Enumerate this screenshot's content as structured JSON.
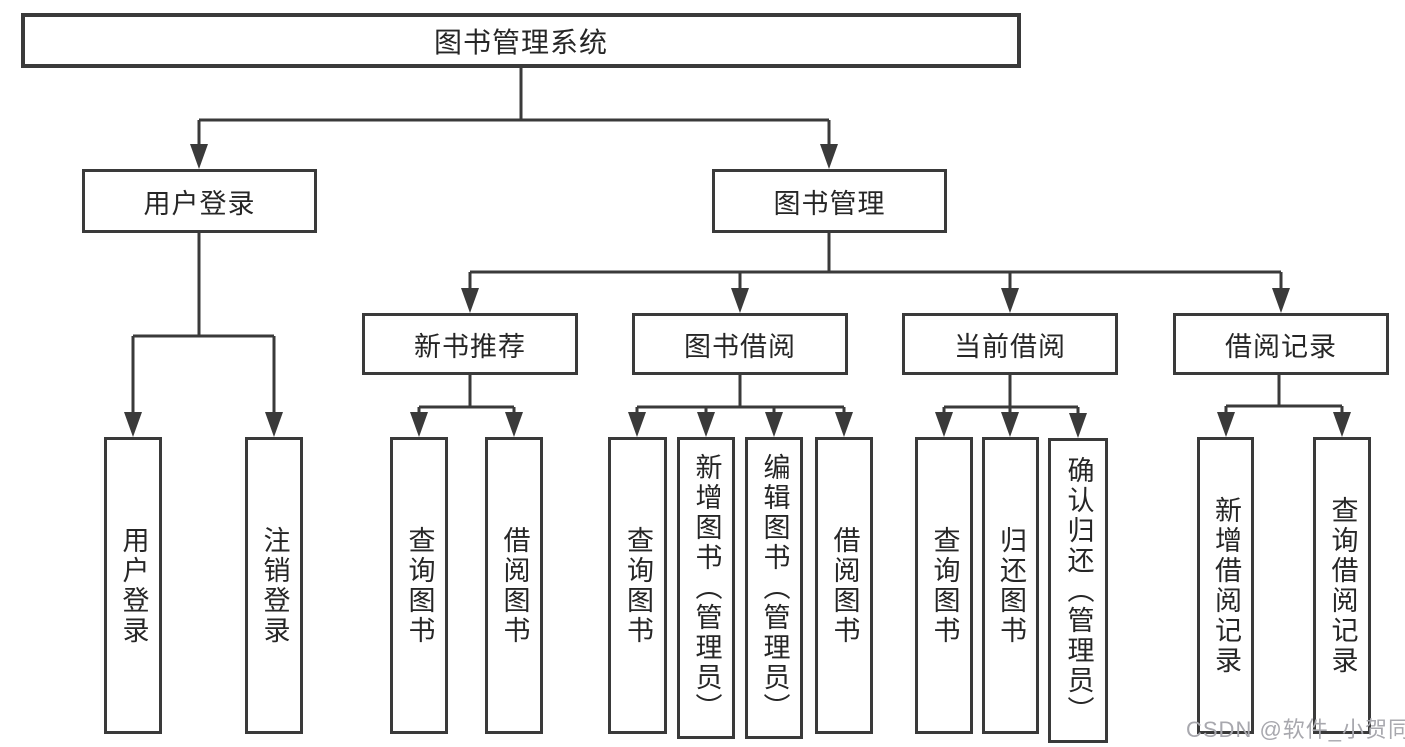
{
  "diagram": {
    "root": {
      "label": "图书管理系统"
    },
    "branches": [
      {
        "label": "用户登录",
        "children": [
          {
            "label": "用户登录"
          },
          {
            "label": "注销登录"
          }
        ]
      },
      {
        "label": "图书管理",
        "children": [
          {
            "label": "新书推荐",
            "children": [
              {
                "label": "查询图书"
              },
              {
                "label": "借阅图书"
              }
            ]
          },
          {
            "label": "图书借阅",
            "children": [
              {
                "label": "查询图书"
              },
              {
                "label": "新增图书（管理员）"
              },
              {
                "label": "编辑图书（管理员）"
              },
              {
                "label": "借阅图书"
              }
            ]
          },
          {
            "label": "当前借阅",
            "children": [
              {
                "label": "查询图书"
              },
              {
                "label": "归还图书"
              },
              {
                "label": "确认归还（管理员）"
              }
            ]
          },
          {
            "label": "借阅记录",
            "children": [
              {
                "label": "新增借阅记录"
              },
              {
                "label": "查询借阅记录"
              }
            ]
          }
        ]
      }
    ],
    "watermark": "CSDN @软件_小贺同学",
    "colors": {
      "line": "#3a3a3a",
      "text": "#262626",
      "watermark": "#a8a8ae",
      "background": "#ffffff"
    }
  }
}
